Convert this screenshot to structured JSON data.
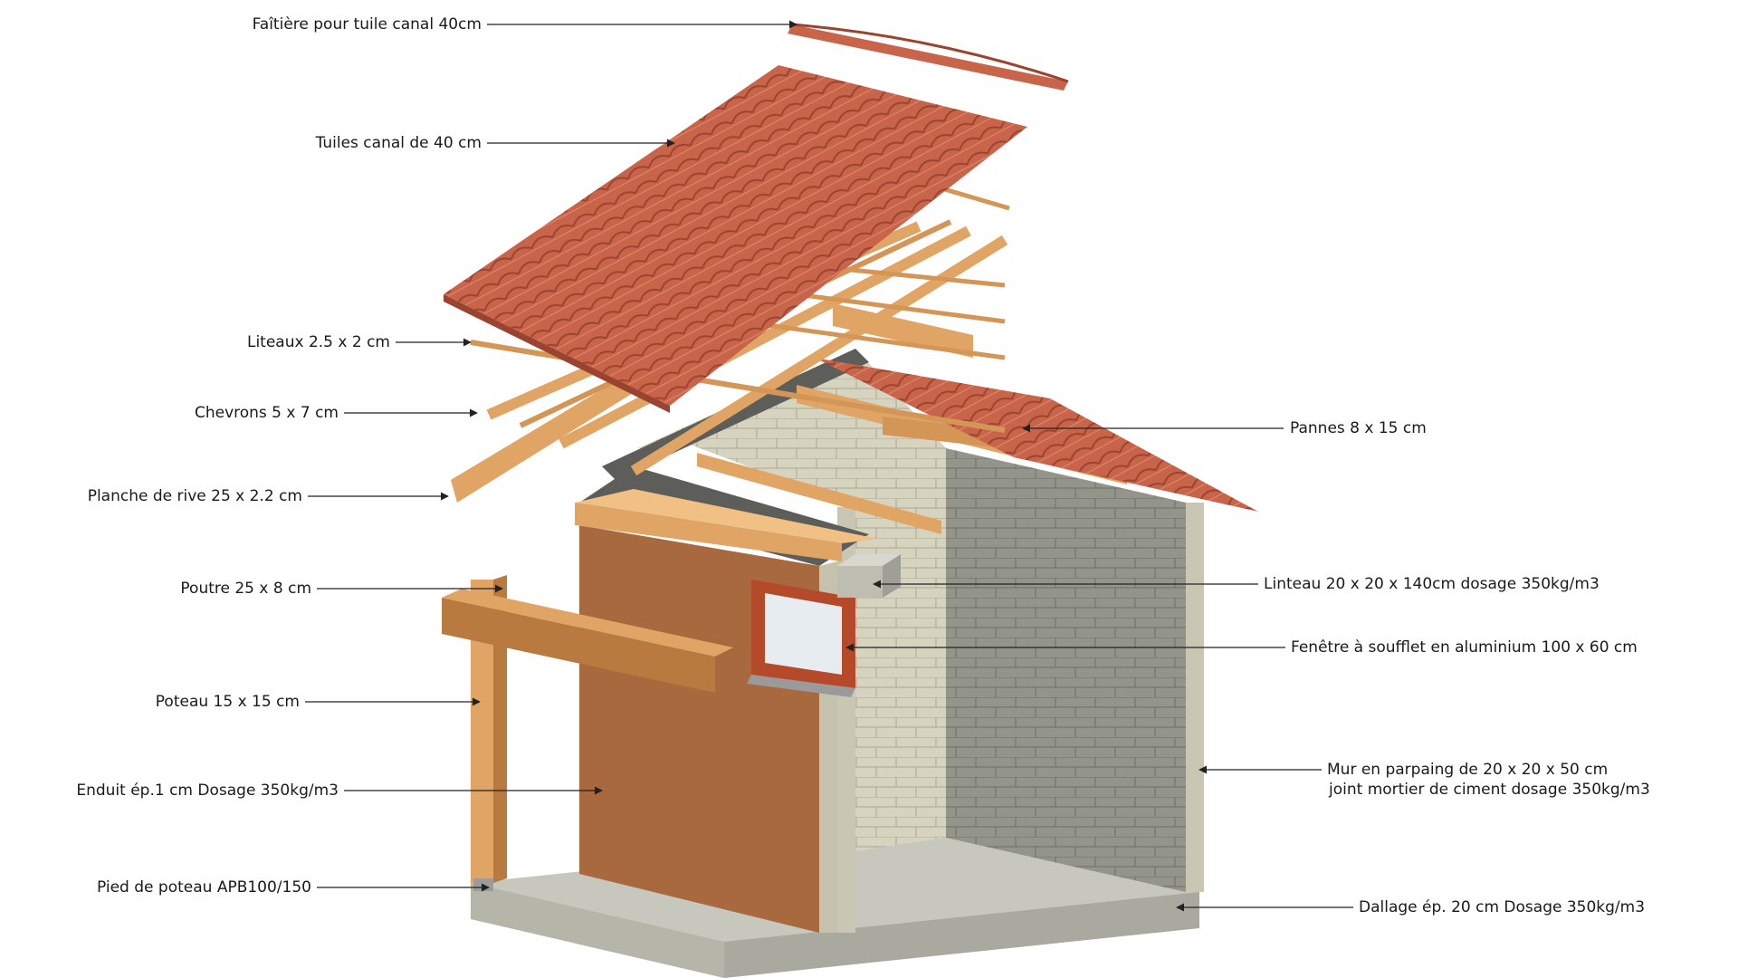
{
  "colors": {
    "tile": "#c8644a",
    "tile_dark": "#9a4430",
    "wood": "#e0a565",
    "wood_dark": "#b87a3e",
    "render": "#a8693f",
    "block": "#d6d3bf",
    "block_dark": "#93958a",
    "slab": "#b5b5aa",
    "arrow": "#222222"
  },
  "labels": {
    "faitiere": "Faîtière pour tuile canal 40cm",
    "tuiles": "Tuiles canal de 40 cm",
    "liteaux": "Liteaux 2.5 x 2 cm",
    "chevrons": "Chevrons 5 x 7 cm",
    "planche": "Planche de rive 25 x 2.2 cm",
    "poutre": "Poutre 25 x 8 cm",
    "poteau": "Poteau 15 x 15 cm",
    "enduit": "Enduit ép.1 cm Dosage 350kg/m3",
    "pied": "Pied de poteau APB100/150",
    "pannes": "Pannes 8 x 15 cm",
    "linteau": "Linteau 20 x 20 x 140cm dosage 350kg/m3",
    "fenetre": "Fenêtre à soufflet en aluminium 100 x 60 cm",
    "mur_line1": "Mur en parpaing de 20 x 20 x 50 cm",
    "mur_line2": "joint mortier de ciment dosage 350kg/m3",
    "dallage": "Dallage ép. 20 cm  Dosage 350kg/m3"
  },
  "icons": [
    "ridge-tile-icon",
    "roof-tiles-icon",
    "batten-icon",
    "rafter-icon",
    "fascia-board-icon",
    "beam-icon",
    "post-icon",
    "render-wall-icon",
    "post-base-icon",
    "purlin-icon",
    "lintel-icon",
    "window-icon",
    "block-wall-icon",
    "slab-icon"
  ]
}
